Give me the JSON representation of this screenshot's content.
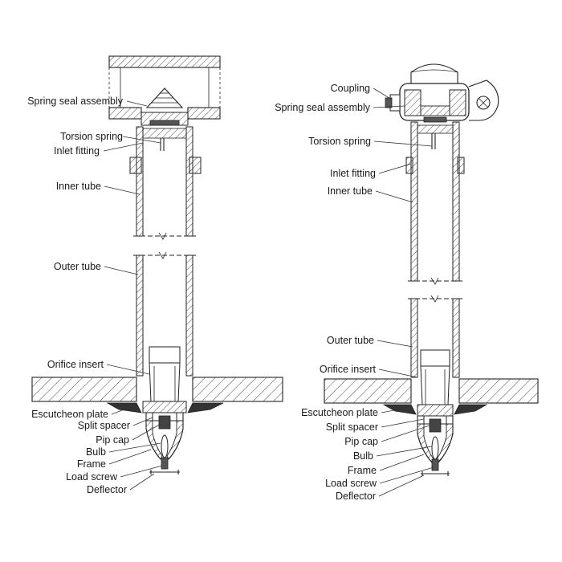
{
  "left_labels": [
    "Spring seal assembly",
    "Torsion spring",
    "Inlet fitting",
    "Inner tube",
    "Outer tube",
    "Orifice insert",
    "Escutcheon plate",
    "Split spacer",
    "Pip cap",
    "Bulb",
    "Frame",
    "Load screw",
    "Deflector"
  ],
  "right_labels": [
    "Coupling",
    "Spring seal assembly",
    "Torsion spring",
    "Inlet fitting",
    "Inner tube",
    "Outer tube",
    "Orifice insert",
    "Escutcheon plate",
    "Split spacer",
    "Pip cap",
    "Bulb",
    "Frame",
    "Load screw",
    "Deflector"
  ]
}
